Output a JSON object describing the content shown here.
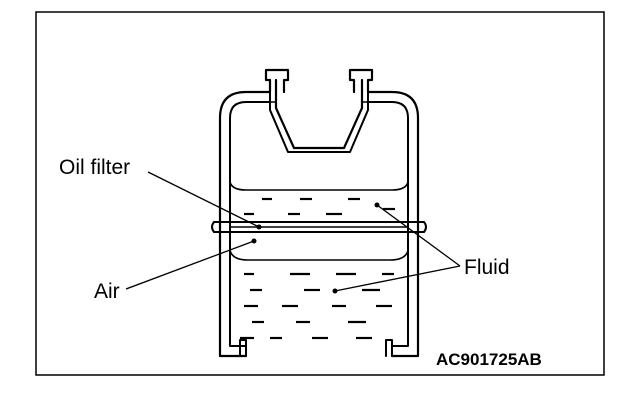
{
  "diagram": {
    "labels": {
      "oil_filter": "Oil filter",
      "air": "Air",
      "fluid": "Fluid"
    },
    "figure_code": "AC901725AB"
  }
}
